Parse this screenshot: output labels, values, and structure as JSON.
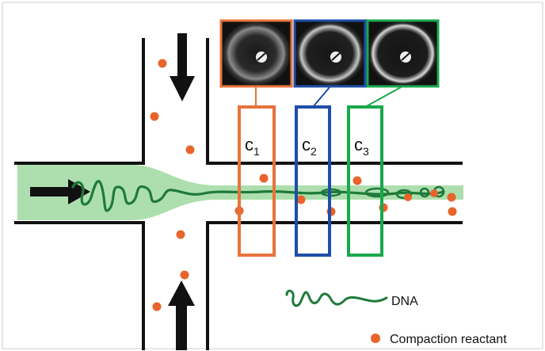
{
  "regions": [
    {
      "label": "c",
      "sub": "1",
      "color": "#e8733a"
    },
    {
      "label": "c",
      "sub": "2",
      "color": "#1e4ea8"
    },
    {
      "label": "c",
      "sub": "3",
      "color": "#19a84b"
    }
  ],
  "legend": {
    "dna_label": "DNA",
    "reactant_label": "Compaction reactant"
  },
  "colors": {
    "channel_wall": "#111111",
    "dna_stream": "#9fd9a0",
    "dna_strand": "#1f7a3a",
    "reactant": "#e8642c",
    "arrow": "#111111"
  },
  "icons": [
    "arrow-right-icon",
    "arrow-down-icon",
    "arrow-up-icon",
    "microscope-image"
  ]
}
